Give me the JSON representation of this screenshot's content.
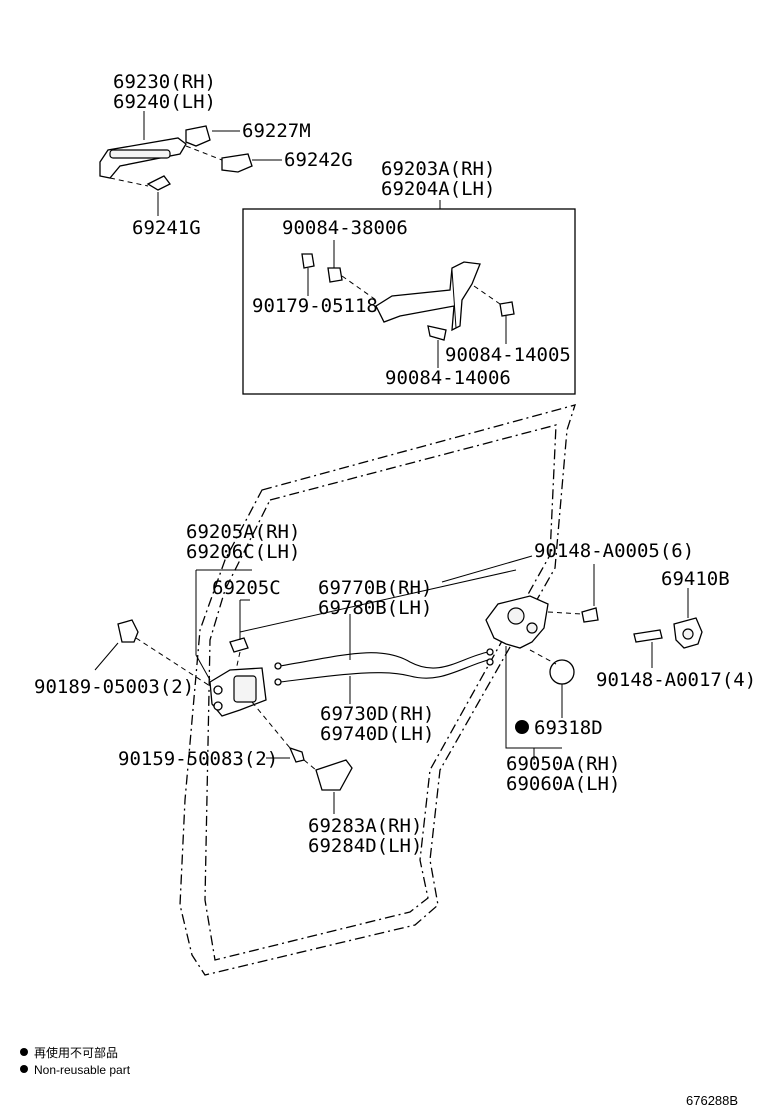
{
  "labels": {
    "p69230": "69230(RH)",
    "p69240": "69240(LH)",
    "p69227M": "69227M",
    "p69242G": "69242G",
    "p69241G": "69241G",
    "p69203A": "69203A(RH)",
    "p69204A": "69204A(LH)",
    "p90084_38006": "90084-38006",
    "p90179_05118": "90179-05118",
    "p90084_14005": "90084-14005",
    "p90084_14006": "90084-14006",
    "p69205A": "69205A(RH)",
    "p69206C": "69206C(LH)",
    "p69205C": "69205C",
    "p69770B": "69770B(RH)",
    "p69780B": "69780B(LH)",
    "p90148_A0005": "90148-A0005(6)",
    "p69410B": "69410B",
    "p90189_05003": "90189-05003(2)",
    "p69730D": "69730D(RH)",
    "p69740D": "69740D(LH)",
    "p69318D": "69318D",
    "p90148_A0017": "90148-A0017(4)",
    "p69050A": "69050A(RH)",
    "p69060A": "69060A(LH)",
    "p90159_50083": "90159-50083(2)",
    "p69283A": "69283A(RH)",
    "p69284D": "69284D(LH)"
  },
  "legend": {
    "line1": "再使用不可部品",
    "line2": "Non-reusable part"
  },
  "diagram_code": "676288B"
}
